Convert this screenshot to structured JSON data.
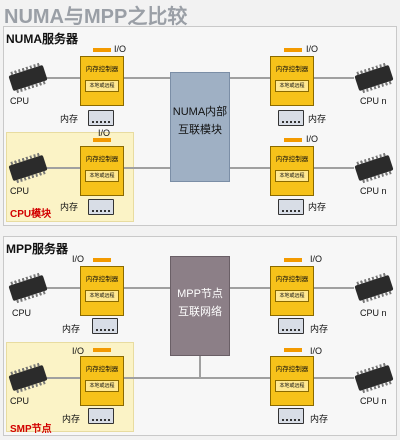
{
  "title": "NUMA与MPP之比较",
  "numa": {
    "section_title": "NUMA服务器",
    "hub_line1": "NUMA内部",
    "hub_line2": "互联模块",
    "module_label": "CPU模块",
    "io_label": "I/O",
    "cpu_label": "CPU",
    "cpu_n_label": "CPU n",
    "mem_label": "内存",
    "ctrl_label": "内存控制器",
    "dir_label": "本地或远程"
  },
  "mpp": {
    "section_title": "MPP服务器",
    "hub_line1": "MPP节点",
    "hub_line2": "互联网络",
    "module_label": "SMP节点",
    "io_label": "I/O",
    "cpu_label": "CPU",
    "cpu_n_label": "CPU n",
    "mem_label": "内存",
    "ctrl_label": "内存控制器",
    "dir_label": "本地或远程"
  },
  "colors": {
    "controller": "#f6c21a",
    "io_bar": "#f39a00",
    "module_bg": "#fbf3c6",
    "numa_hub": "#9fb0c4",
    "mpp_hub": "#8c7f87",
    "module_label": "#d20000"
  }
}
